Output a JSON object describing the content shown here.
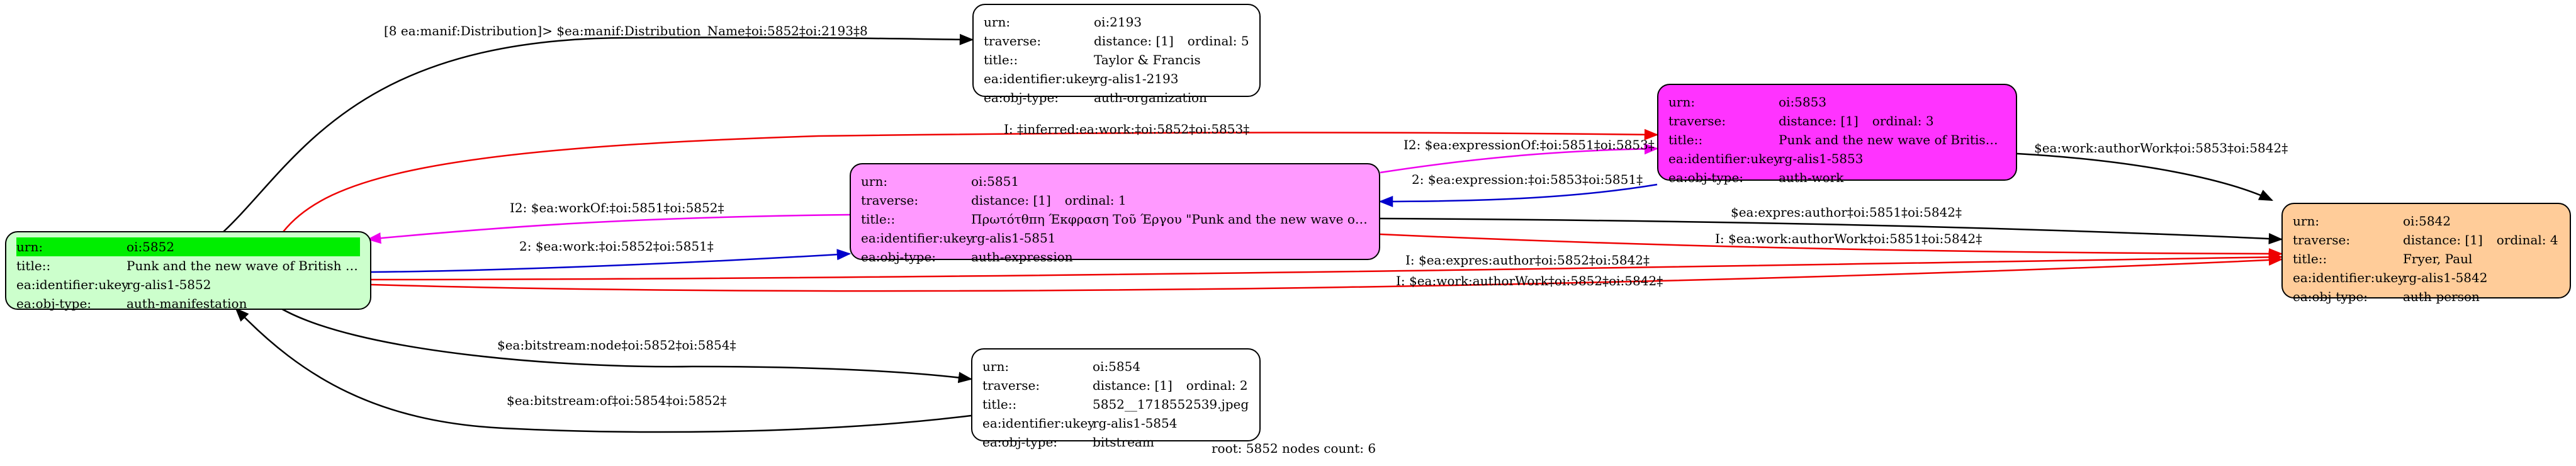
{
  "colors": {
    "n5852_fill": "#ccffcc",
    "n5852_highlight": "#00ee00",
    "n5851_fill": "#ff99ff",
    "n5853_fill": "#ff33ff",
    "n5842_fill": "#ffcc99",
    "plain_fill": "#ffffff",
    "edge_black": "#000000",
    "edge_red": "#ee0000",
    "edge_blue": "#0000cc",
    "edge_magenta": "#ee00ee"
  },
  "nodes": {
    "n5852": {
      "urn_key": "urn:",
      "urn": "oi:5852",
      "title_key": "title::",
      "title": "Punk and the new wave of British rock:",
      "ukey_key": "ea:identifier:ukey",
      "ukey": "rg-alis1-5852",
      "type_key": "ea:obj-type:",
      "type": "auth-manifestation"
    },
    "n2193": {
      "urn_key": "urn:",
      "urn": "oi:2193",
      "traverse_key": "traverse:",
      "distance": "distance: [1]",
      "ordinal": "ordinal: 5",
      "title_key": "title::",
      "title": "Taylor & Francis",
      "ukey_key": "ea:identifier:ukey",
      "ukey": "rg-alis1-2193",
      "type_key": "ea:obj-type:",
      "type": "auth-organization"
    },
    "n5853": {
      "urn_key": "urn:",
      "urn": "oi:5853",
      "traverse_key": "traverse:",
      "distance": "distance: [1]",
      "ordinal": "ordinal: 3",
      "title_key": "title::",
      "title": "Punk and the new wave of British rock",
      "ukey_key": "ea:identifier:ukey",
      "ukey": "rg-alis1-5853",
      "type_key": "ea:obj-type:",
      "type": "auth-work"
    },
    "n5851": {
      "urn_key": "urn:",
      "urn": "oi:5851",
      "traverse_key": "traverse:",
      "distance": "distance: [1]",
      "ordinal": "ordinal: 1",
      "title_key": "title::",
      "title": "Πρωτότθπη Έκφραση Τοῦ Έργου \"Punk and the new wave of Brit...",
      "ukey_key": "ea:identifier:ukey",
      "ukey": "rg-alis1-5851",
      "type_key": "ea:obj-type:",
      "type": "auth-expression"
    },
    "n5842": {
      "urn_key": "urn:",
      "urn": "oi:5842",
      "traverse_key": "traverse:",
      "distance": "distance: [1]",
      "ordinal": "ordinal: 4",
      "title_key": "title::",
      "title": "Fryer, Paul",
      "ukey_key": "ea:identifier:ukey",
      "ukey": "rg-alis1-5842",
      "type_key": "ea:obj-type:",
      "type": "auth-person"
    },
    "n5854": {
      "urn_key": "urn:",
      "urn": "oi:5854",
      "traverse_key": "traverse:",
      "distance": "distance: [1]",
      "ordinal": "ordinal: 2",
      "title_key": "title::",
      "title": "5852__1718552539.jpeg",
      "ukey_key": "ea:identifier:ukey",
      "ukey": "rg-alis1-5854",
      "type_key": "ea:obj-type:",
      "type": "bitstream"
    }
  },
  "edges": [
    {
      "id": "e1",
      "label": "[8 ea:manif:Distribution]> $ea:manif:Distribution_Name‡oi:5852‡oi:2193‡8",
      "color": "black"
    },
    {
      "id": "e2",
      "label": "I: ‡inferred:ea:work:‡oi:5852‡oi:5853‡",
      "color": "red"
    },
    {
      "id": "e3",
      "label": "I2: $ea:expressionOf:‡oi:5851‡oi:5853‡",
      "color": "magenta"
    },
    {
      "id": "e4",
      "label": "2: $ea:expression:‡oi:5853‡oi:5851‡",
      "color": "blue"
    },
    {
      "id": "e5",
      "label": "$ea:work:authorWork‡oi:5853‡oi:5842‡",
      "color": "black"
    },
    {
      "id": "e6",
      "label": "I2: $ea:workOf:‡oi:5851‡oi:5852‡",
      "color": "magenta"
    },
    {
      "id": "e7",
      "label": "2: $ea:work:‡oi:5852‡oi:5851‡",
      "color": "blue"
    },
    {
      "id": "e8",
      "label": "$ea:expres:author‡oi:5851‡oi:5842‡",
      "color": "black"
    },
    {
      "id": "e9",
      "label": "I: $ea:work:authorWork‡oi:5851‡oi:5842‡",
      "color": "red"
    },
    {
      "id": "e10",
      "label": "I: $ea:expres:author‡oi:5852‡oi:5842‡",
      "color": "red"
    },
    {
      "id": "e11",
      "label": "I: $ea:work:authorWork‡oi:5852‡oi:5842‡",
      "color": "red"
    },
    {
      "id": "e12",
      "label": "$ea:bitstream:node‡oi:5852‡oi:5854‡",
      "color": "black"
    },
    {
      "id": "e13",
      "label": "$ea:bitstream:of‡oi:5854‡oi:5852‡",
      "color": "black"
    }
  ],
  "footer": "root: 5852 nodes count: 6"
}
